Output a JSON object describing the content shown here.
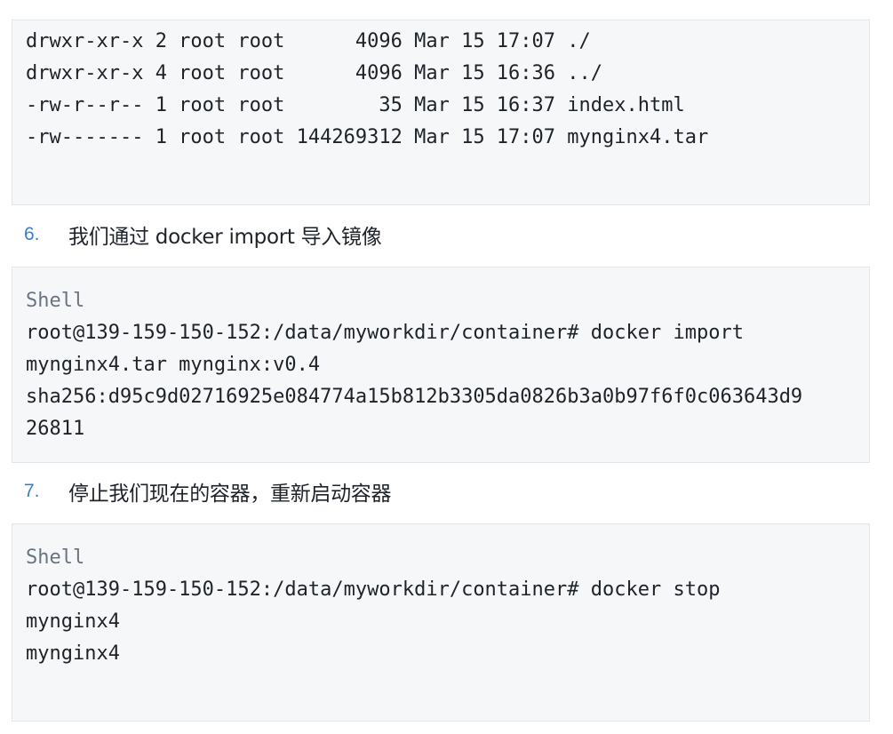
{
  "block1": {
    "lines": [
      "drwxr-xr-x 2 root root      4096 Mar 15 17:07 ./",
      "drwxr-xr-x 4 root root      4096 Mar 15 16:36 ../",
      "-rw-r--r-- 1 root root        35 Mar 15 16:37 index.html",
      "-rw------- 1 root root 144269312 Mar 15 17:07 mynginx4.tar"
    ]
  },
  "step6": {
    "number": "6.",
    "text": "我们通过 docker import 导入镜像"
  },
  "block2": {
    "language": "Shell",
    "lines": [
      "root@139-159-150-152:/data/myworkdir/container# docker import",
      "mynginx4.tar mynginx:v0.4",
      "sha256:d95c9d02716925e084774a15b812b3305da0826b3a0b97f6f0c063643d9",
      "26811"
    ]
  },
  "step7": {
    "number": "7.",
    "text": "停止我们现在的容器，重新启动容器"
  },
  "block3": {
    "language": "Shell",
    "lines": [
      "root@139-159-150-152:/data/myworkdir/container# docker stop",
      "mynginx4",
      "mynginx4"
    ]
  }
}
